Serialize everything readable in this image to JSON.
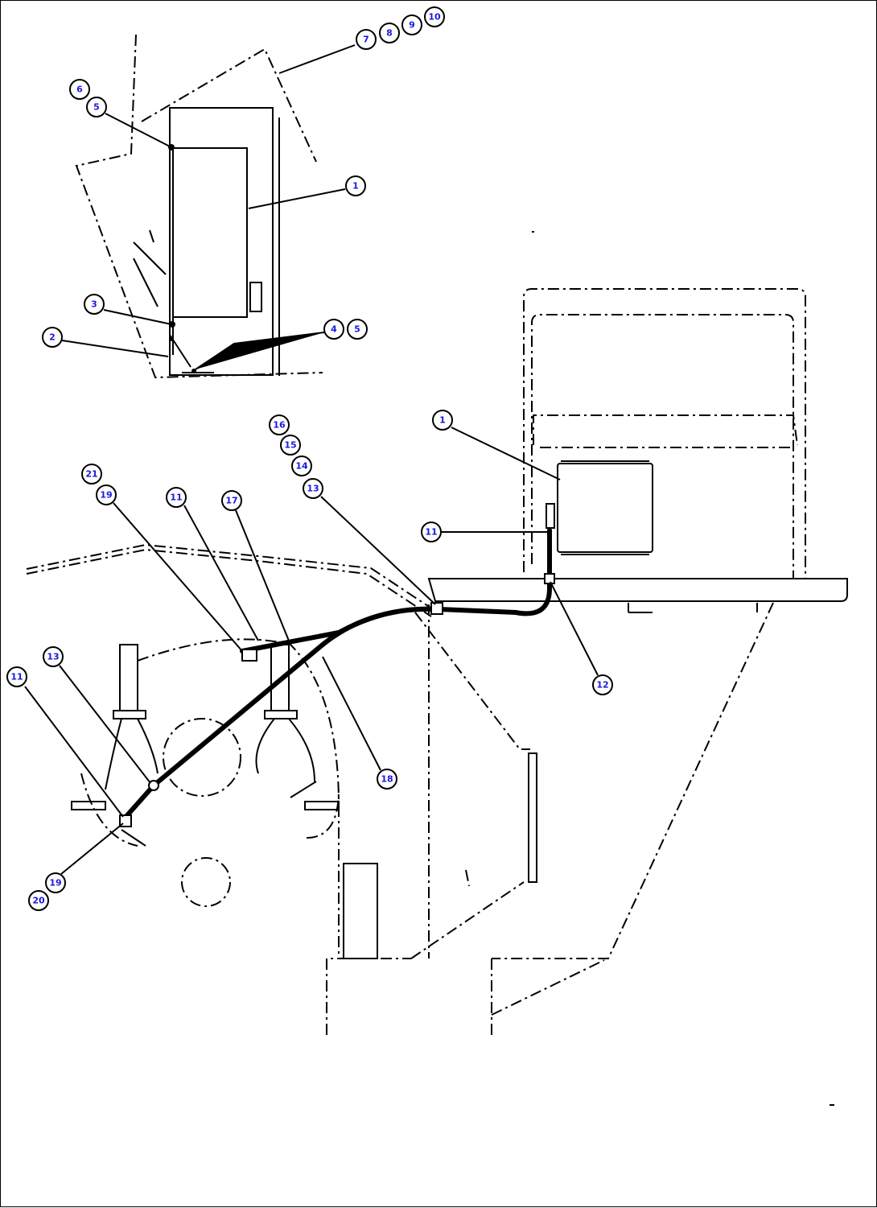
{
  "callouts": [
    {
      "id": "c1",
      "label": "7"
    },
    {
      "id": "c2",
      "label": "8"
    },
    {
      "id": "c3",
      "label": "9"
    },
    {
      "id": "c4",
      "label": "10"
    },
    {
      "id": "c5",
      "label": "6"
    },
    {
      "id": "c6",
      "label": "5"
    },
    {
      "id": "c7",
      "label": "1"
    },
    {
      "id": "c8",
      "label": "3"
    },
    {
      "id": "c9",
      "label": "2"
    },
    {
      "id": "c10",
      "label": "4"
    },
    {
      "id": "c11",
      "label": "5"
    },
    {
      "id": "c12",
      "label": "16"
    },
    {
      "id": "c13",
      "label": "15"
    },
    {
      "id": "c14",
      "label": "14"
    },
    {
      "id": "c15",
      "label": "13"
    },
    {
      "id": "c16",
      "label": "1"
    },
    {
      "id": "c17",
      "label": "21"
    },
    {
      "id": "c18",
      "label": "19"
    },
    {
      "id": "c19",
      "label": "11"
    },
    {
      "id": "c20",
      "label": "17"
    },
    {
      "id": "c21",
      "label": "11"
    },
    {
      "id": "c22",
      "label": "12"
    },
    {
      "id": "c23",
      "label": "13"
    },
    {
      "id": "c24",
      "label": "11"
    },
    {
      "id": "c25",
      "label": "18"
    },
    {
      "id": "c26",
      "label": "19"
    },
    {
      "id": "c27",
      "label": "20"
    }
  ]
}
